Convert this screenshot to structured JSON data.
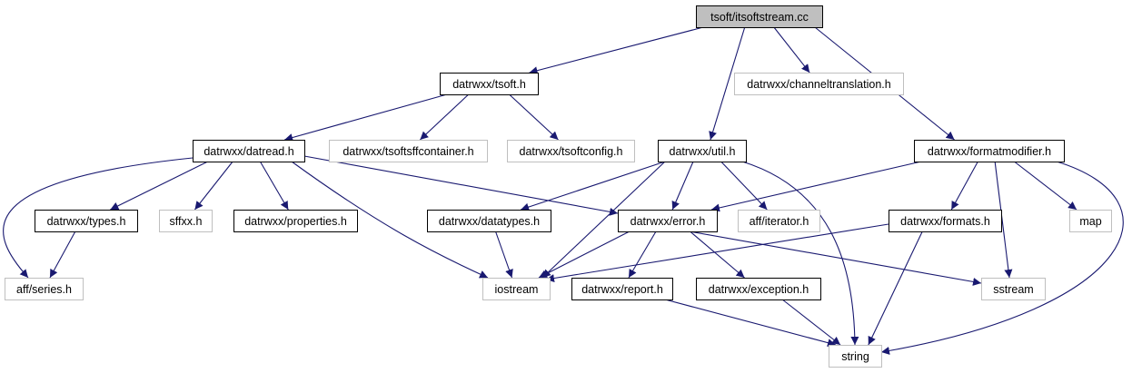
{
  "diagram": {
    "colors": {
      "edge": "#191970",
      "node_border": "#000000",
      "external_border": "#bfbfbf",
      "root_fill": "#bfbfbf",
      "node_fill": "#ffffff",
      "text": "#000000"
    },
    "nodes": [
      {
        "id": "root",
        "label": "tsoft/itsoftstream.cc",
        "kind": "root"
      },
      {
        "id": "tsoft_h",
        "label": "datrwxx/tsoft.h",
        "kind": "documented"
      },
      {
        "id": "channeltranslation_h",
        "label": "datrwxx/channeltranslation.h",
        "kind": "external"
      },
      {
        "id": "datread_h",
        "label": "datrwxx/datread.h",
        "kind": "documented"
      },
      {
        "id": "tsoftsffcontainer_h",
        "label": "datrwxx/tsoftsffcontainer.h",
        "kind": "external"
      },
      {
        "id": "tsoftconfig_h",
        "label": "datrwxx/tsoftconfig.h",
        "kind": "external"
      },
      {
        "id": "util_h",
        "label": "datrwxx/util.h",
        "kind": "documented"
      },
      {
        "id": "formatmodifier_h",
        "label": "datrwxx/formatmodifier.h",
        "kind": "documented"
      },
      {
        "id": "types_h",
        "label": "datrwxx/types.h",
        "kind": "documented"
      },
      {
        "id": "sffxx_h",
        "label": "sffxx.h",
        "kind": "external"
      },
      {
        "id": "properties_h",
        "label": "datrwxx/properties.h",
        "kind": "documented"
      },
      {
        "id": "datatypes_h",
        "label": "datrwxx/datatypes.h",
        "kind": "documented"
      },
      {
        "id": "error_h",
        "label": "datrwxx/error.h",
        "kind": "documented"
      },
      {
        "id": "iterator_h",
        "label": "aff/iterator.h",
        "kind": "external"
      },
      {
        "id": "formats_h",
        "label": "datrwxx/formats.h",
        "kind": "documented"
      },
      {
        "id": "map",
        "label": "map",
        "kind": "external"
      },
      {
        "id": "series_h",
        "label": "aff/series.h",
        "kind": "external"
      },
      {
        "id": "iostream",
        "label": "iostream",
        "kind": "external"
      },
      {
        "id": "report_h",
        "label": "datrwxx/report.h",
        "kind": "documented"
      },
      {
        "id": "exception_h",
        "label": "datrwxx/exception.h",
        "kind": "documented"
      },
      {
        "id": "sstream",
        "label": "sstream",
        "kind": "external"
      },
      {
        "id": "string",
        "label": "string",
        "kind": "external"
      }
    ],
    "edges": [
      {
        "from": "root",
        "to": "tsoft_h"
      },
      {
        "from": "root",
        "to": "util_h"
      },
      {
        "from": "root",
        "to": "channeltranslation_h"
      },
      {
        "from": "root",
        "to": "formatmodifier_h"
      },
      {
        "from": "tsoft_h",
        "to": "datread_h"
      },
      {
        "from": "tsoft_h",
        "to": "tsoftsffcontainer_h"
      },
      {
        "from": "tsoft_h",
        "to": "tsoftconfig_h"
      },
      {
        "from": "datread_h",
        "to": "series_h"
      },
      {
        "from": "datread_h",
        "to": "types_h"
      },
      {
        "from": "datread_h",
        "to": "sffxx_h"
      },
      {
        "from": "datread_h",
        "to": "properties_h"
      },
      {
        "from": "datread_h",
        "to": "iostream"
      },
      {
        "from": "datread_h",
        "to": "error_h"
      },
      {
        "from": "types_h",
        "to": "series_h"
      },
      {
        "from": "util_h",
        "to": "datatypes_h"
      },
      {
        "from": "util_h",
        "to": "iostream"
      },
      {
        "from": "util_h",
        "to": "error_h"
      },
      {
        "from": "util_h",
        "to": "iterator_h"
      },
      {
        "from": "util_h",
        "to": "string"
      },
      {
        "from": "datatypes_h",
        "to": "iostream"
      },
      {
        "from": "error_h",
        "to": "iostream"
      },
      {
        "from": "error_h",
        "to": "report_h"
      },
      {
        "from": "error_h",
        "to": "exception_h"
      },
      {
        "from": "error_h",
        "to": "sstream"
      },
      {
        "from": "formatmodifier_h",
        "to": "error_h"
      },
      {
        "from": "formatmodifier_h",
        "to": "formats_h"
      },
      {
        "from": "formatmodifier_h",
        "to": "sstream"
      },
      {
        "from": "formatmodifier_h",
        "to": "map"
      },
      {
        "from": "formatmodifier_h",
        "to": "string"
      },
      {
        "from": "formats_h",
        "to": "iostream"
      },
      {
        "from": "formats_h",
        "to": "string"
      },
      {
        "from": "report_h",
        "to": "string"
      },
      {
        "from": "exception_h",
        "to": "string"
      }
    ]
  }
}
